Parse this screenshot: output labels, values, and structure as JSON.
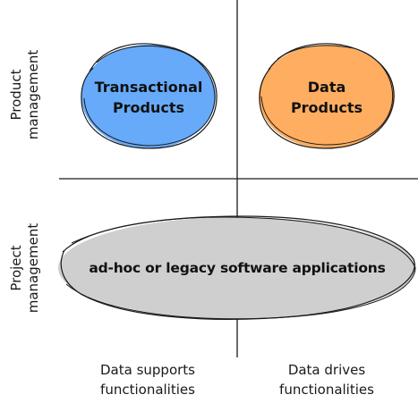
{
  "diagram": {
    "colors": {
      "transactional_fill": "#66aaf9",
      "data_products_fill": "#ffad60",
      "legacy_fill": "#cfcfcf",
      "stroke": "#1a1a1a",
      "axis": "#1a1a1a"
    },
    "rows": {
      "top": {
        "line1": "Product",
        "line2": "management"
      },
      "bottom": {
        "line1": "Project",
        "line2": "management"
      }
    },
    "columns": {
      "left": {
        "line1": "Data supports",
        "line2": "functionalities"
      },
      "right": {
        "line1": "Data drives",
        "line2": "functionalities"
      }
    },
    "bubbles": {
      "transactional": {
        "line1": "Transactional",
        "line2": "Products"
      },
      "data_products": {
        "line1": "Data",
        "line2": "Products"
      },
      "legacy": {
        "text": "ad-hoc or legacy software applications"
      }
    }
  }
}
